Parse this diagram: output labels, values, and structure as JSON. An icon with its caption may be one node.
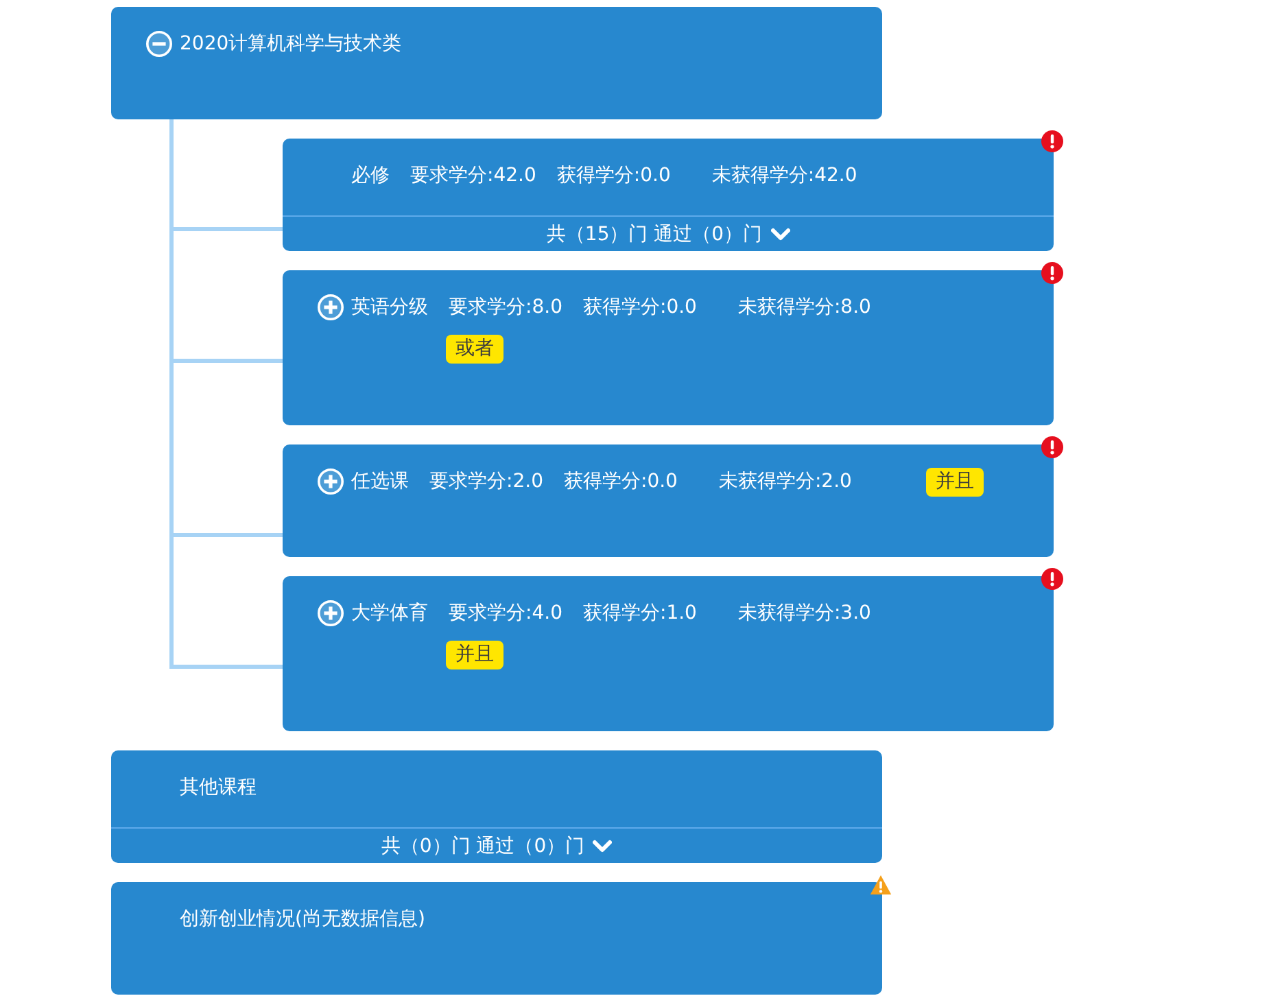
{
  "diagram": {
    "nodes": [
      {
        "text": [
          "2020计算机科学与技术类"
        ]
      },
      {
        "text": [
          "必修",
          "要求学分:42.0",
          "获得学分:0.0",
          "未获得学分:42.0",
          "共（15）门 通过（0）门"
        ]
      },
      {
        "text": [
          "英语分级",
          "要求学分:8.0",
          "获得学分:0.0",
          "未获得学分:8.0"
        ]
      },
      {
        "text": [
          "或者"
        ],
        "in": 2
      },
      {
        "text": [
          "任选课",
          "要求学分:2.0",
          "获得学分:0.0",
          "未获得学分:2.0"
        ]
      },
      {
        "text": [
          "并且"
        ],
        "in": 4
      },
      {
        "text": [
          "大学体育",
          "要求学分:4.0",
          "获得学分:1.0",
          "未获得学分:3.0"
        ]
      },
      {
        "text": [
          "并且"
        ],
        "in": 6
      },
      {
        "text": [
          "其他课程",
          "共（0）门 通过（0）门"
        ]
      },
      {
        "text": [
          "创新创业情况(尚无数据信息)"
        ]
      }
    ],
    "edges": [
      {
        "from": 0,
        "to": 1,
        "arrow": "none"
      },
      {
        "from": 0,
        "to": 2,
        "arrow": "none"
      },
      {
        "from": 0,
        "to": 4,
        "arrow": "none"
      },
      {
        "from": 0,
        "to": 6,
        "arrow": "none"
      }
    ]
  }
}
